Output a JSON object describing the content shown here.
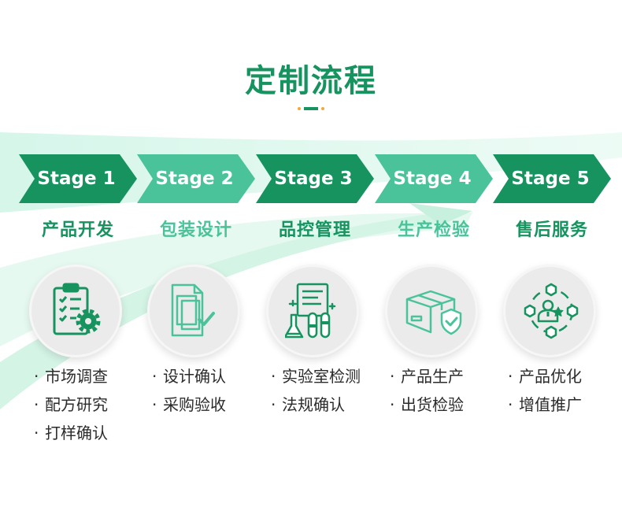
{
  "title": "定制流程",
  "colors": {
    "primary": "#16935f",
    "secondary": "#4bc39a",
    "accent": "#f2a93b"
  },
  "stages": [
    {
      "label": "Stage 1",
      "name": "产品开发",
      "icon": "clipboard-gear-icon",
      "items": [
        "市场调查",
        "配方研究",
        "打样确认"
      ]
    },
    {
      "label": "Stage 2",
      "name": "包装设计",
      "icon": "document-check-icon",
      "items": [
        "设计确认",
        "采购验收"
      ]
    },
    {
      "label": "Stage 3",
      "name": "品控管理",
      "icon": "lab-flask-icon",
      "items": [
        "实验室检测",
        "法规确认"
      ]
    },
    {
      "label": "Stage 4",
      "name": "生产检验",
      "icon": "package-shield-icon",
      "items": [
        "产品生产",
        "出货检验"
      ]
    },
    {
      "label": "Stage 5",
      "name": "售后服务",
      "icon": "service-person-network-icon",
      "items": [
        "产品优化",
        "增值推广"
      ]
    }
  ]
}
